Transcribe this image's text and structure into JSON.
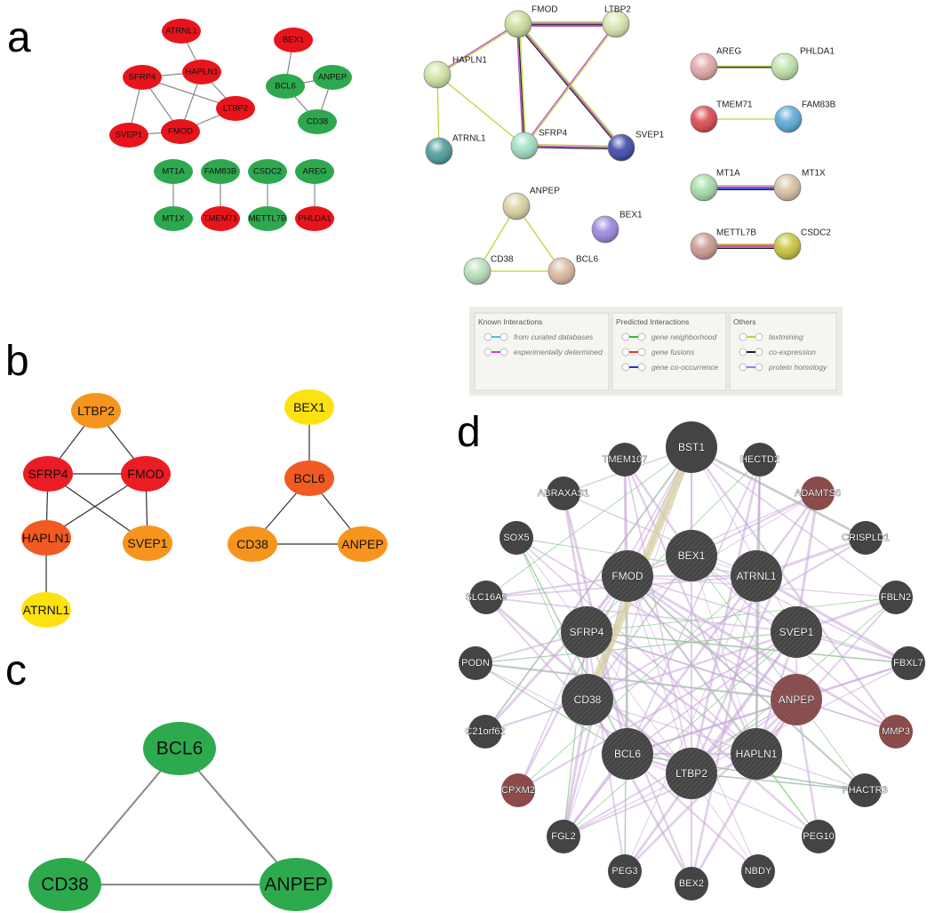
{
  "panels": {
    "a": {
      "letter": "a",
      "left": {
        "nodes": [
          {
            "id": "ATRNL1",
            "color": "#e8141b"
          },
          {
            "id": "SFRP4",
            "color": "#e8141b"
          },
          {
            "id": "HAPLN1",
            "color": "#e8141b"
          },
          {
            "id": "LTBP2",
            "color": "#e8141b"
          },
          {
            "id": "SVEP1",
            "color": "#e8141b"
          },
          {
            "id": "FMOD",
            "color": "#e8141b"
          },
          {
            "id": "BEX1",
            "color": "#e8141b"
          },
          {
            "id": "BCL6",
            "color": "#2ea84f"
          },
          {
            "id": "ANPEP",
            "color": "#2ea84f"
          },
          {
            "id": "CD38",
            "color": "#2ea84f"
          },
          {
            "id": "MT1A",
            "color": "#2ea84f"
          },
          {
            "id": "MT1X",
            "color": "#2ea84f"
          },
          {
            "id": "FAM83B",
            "color": "#2ea84f"
          },
          {
            "id": "TMEM71",
            "color": "#e8141b"
          },
          {
            "id": "CSDC2",
            "color": "#2ea84f"
          },
          {
            "id": "METTL7B",
            "color": "#2ea84f"
          },
          {
            "id": "AREG",
            "color": "#2ea84f"
          },
          {
            "id": "PHLDA1",
            "color": "#e8141b"
          }
        ]
      },
      "string": {
        "nodes": [
          {
            "id": "FMOD",
            "color": "#c9dd9a"
          },
          {
            "id": "LTBP2",
            "color": "#d9e6ae"
          },
          {
            "id": "HAPLN1",
            "color": "#cfe3a4"
          },
          {
            "id": "ATRNL1",
            "color": "#4c9a9a"
          },
          {
            "id": "SFRP4",
            "color": "#9fe0c4"
          },
          {
            "id": "SVEP1",
            "color": "#3c46a8"
          },
          {
            "id": "AREG",
            "color": "#e2a6a6"
          },
          {
            "id": "PHLDA1",
            "color": "#bfe3a8"
          },
          {
            "id": "TMEM71",
            "color": "#d8474c"
          },
          {
            "id": "FAM83B",
            "color": "#5aa8d8"
          },
          {
            "id": "MT1A",
            "color": "#a6dca6"
          },
          {
            "id": "MT1X",
            "color": "#d8c0a0"
          },
          {
            "id": "METTL7B",
            "color": "#c89a90"
          },
          {
            "id": "CSDC2",
            "color": "#c8c23a"
          },
          {
            "id": "ANPEP",
            "color": "#dcd0a2"
          },
          {
            "id": "BEX1",
            "color": "#9a86dc"
          },
          {
            "id": "CD38",
            "color": "#b8e0b8"
          },
          {
            "id": "BCL6",
            "color": "#dcb8a0"
          }
        ],
        "legend": {
          "known_title": "Known Interactions",
          "known": [
            {
              "label": "from curated databases",
              "color": "#48c8d8"
            },
            {
              "label": "experimentally determined",
              "color": "#c048c8"
            }
          ],
          "predicted_title": "Predicted Interactions",
          "predicted": [
            {
              "label": "gene neighborhood",
              "color": "#38b838"
            },
            {
              "label": "gene fusions",
              "color": "#e83030"
            },
            {
              "label": "gene co-occurrence",
              "color": "#2030e0"
            }
          ],
          "others_title": "Others",
          "others": [
            {
              "label": "textmining",
              "color": "#b8d838"
            },
            {
              "label": "co-expression",
              "color": "#202020"
            },
            {
              "label": "protein homology",
              "color": "#8888ee"
            }
          ]
        }
      }
    },
    "b": {
      "letter": "b",
      "nodes": [
        {
          "id": "LTBP2",
          "color": "#f7941d"
        },
        {
          "id": "SFRP4",
          "color": "#ec1c24"
        },
        {
          "id": "FMOD",
          "color": "#ec1c24"
        },
        {
          "id": "HAPLN1",
          "color": "#f15a22"
        },
        {
          "id": "SVEP1",
          "color": "#f7941d"
        },
        {
          "id": "ATRNL1",
          "color": "#fde212"
        },
        {
          "id": "BEX1",
          "color": "#fde212"
        },
        {
          "id": "BCL6",
          "color": "#f15a22"
        },
        {
          "id": "CD38",
          "color": "#f7941d"
        },
        {
          "id": "ANPEP",
          "color": "#f7941d"
        }
      ]
    },
    "c": {
      "letter": "c",
      "nodes": [
        {
          "id": "BCL6",
          "color": "#2eaa4e"
        },
        {
          "id": "CD38",
          "color": "#2eaa4e"
        },
        {
          "id": "ANPEP",
          "color": "#2eaa4e"
        }
      ]
    },
    "d": {
      "letter": "d",
      "nodes": [
        {
          "id": "BST1",
          "color": "#444444",
          "hub": true
        },
        {
          "id": "TMEM107",
          "color": "#444444"
        },
        {
          "id": "HECTD2",
          "color": "#444444"
        },
        {
          "id": "ABRAXAS1",
          "color": "#444444"
        },
        {
          "id": "ADAMTS6",
          "color": "#8b4b4b"
        },
        {
          "id": "SOX5",
          "color": "#444444"
        },
        {
          "id": "CRISPLD1",
          "color": "#444444"
        },
        {
          "id": "FMOD",
          "color": "#444444",
          "hub": true
        },
        {
          "id": "BEX1",
          "color": "#444444",
          "hub": true
        },
        {
          "id": "ATRNL1",
          "color": "#444444",
          "hub": true
        },
        {
          "id": "SLC16A9",
          "color": "#444444"
        },
        {
          "id": "FBLN2",
          "color": "#444444"
        },
        {
          "id": "SFRP4",
          "color": "#444444",
          "hub": true
        },
        {
          "id": "SVEP1",
          "color": "#444444",
          "hub": true
        },
        {
          "id": "PODN",
          "color": "#444444"
        },
        {
          "id": "FBXL7",
          "color": "#444444"
        },
        {
          "id": "CD38",
          "color": "#444444",
          "hub": true
        },
        {
          "id": "ANPEP",
          "color": "#8b4b4b",
          "hub": true
        },
        {
          "id": "C21orf62",
          "color": "#444444"
        },
        {
          "id": "MMP3",
          "color": "#8b4b4b"
        },
        {
          "id": "BCL6",
          "color": "#444444",
          "hub": true
        },
        {
          "id": "LTBP2",
          "color": "#444444",
          "hub": true
        },
        {
          "id": "HAPLN1",
          "color": "#444444",
          "hub": true
        },
        {
          "id": "CPXM2",
          "color": "#8b4b4b"
        },
        {
          "id": "PHACTR3",
          "color": "#444444"
        },
        {
          "id": "FGL2",
          "color": "#444444"
        },
        {
          "id": "PEG10",
          "color": "#444444"
        },
        {
          "id": "PEG3",
          "color": "#444444"
        },
        {
          "id": "BEX2",
          "color": "#444444"
        },
        {
          "id": "NBDY",
          "color": "#444444"
        }
      ]
    }
  }
}
